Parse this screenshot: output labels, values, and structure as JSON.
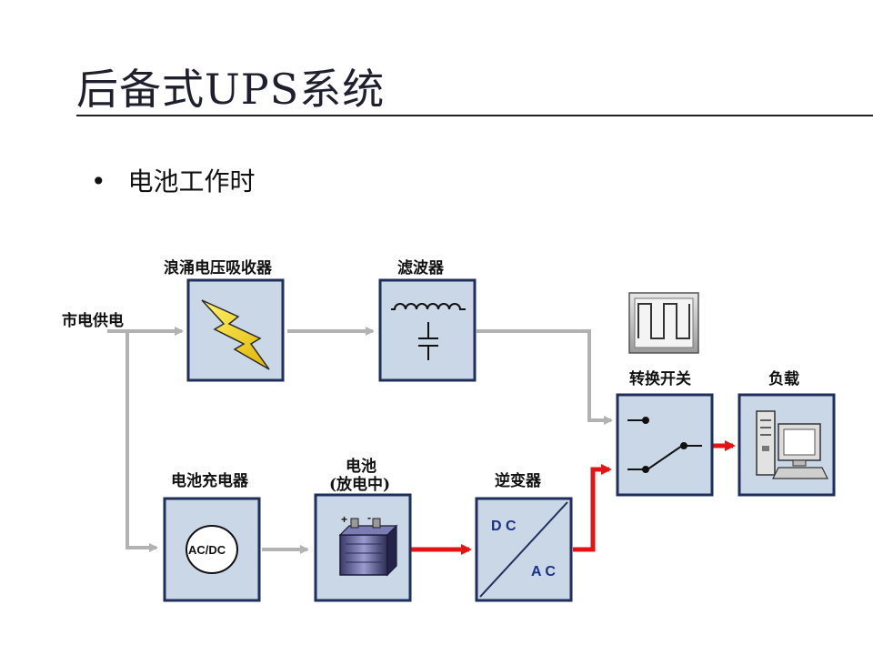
{
  "title": "后备式UPS系统",
  "bullet": "电池工作时",
  "diagram": {
    "mains_label": "市电供电",
    "surge_label": "浪涌电压吸收器",
    "filter_label": "滤波器",
    "switch_label": "转换开关",
    "load_label": "负载",
    "charger_label": "电池充电器",
    "charger_inner": "AC/DC",
    "battery_label_1": "电池",
    "battery_label_2": "(放电中)",
    "inverter_label": "逆变器",
    "inverter_dc": "D C",
    "inverter_ac": "A C",
    "battery_plus": "+",
    "battery_minus": "-",
    "colors": {
      "box_fill": "#c9d7e7",
      "box_border": "#1f2f5c",
      "gray_path": "#b2b2b2",
      "active_path": "#e31414"
    }
  }
}
